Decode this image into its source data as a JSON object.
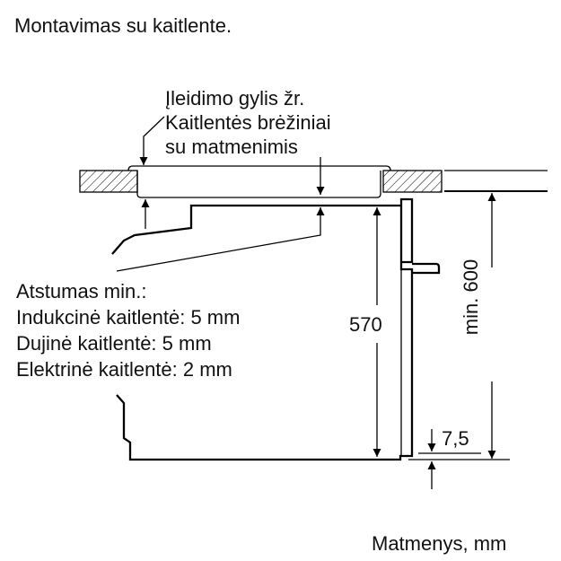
{
  "title": "Montavimas su kaitlente.",
  "callout": {
    "lines": [
      "Įleidimo gylis žr.",
      "Kaitlentės brėžiniai",
      "su matmenimis"
    ]
  },
  "clearance": {
    "heading": "Atstumas min.:",
    "items": [
      "Indukcinė kaitlentė: 5 mm",
      "Dujinė kaitlentė: 5 mm",
      "Elektrinė kaitlentė: 2 mm"
    ]
  },
  "dimensions": {
    "height_oven": "570",
    "min_niche": "min. 600",
    "offset": "7,5"
  },
  "units_label": "Matmenys, mm",
  "colors": {
    "line": "#000000",
    "background": "#ffffff"
  }
}
